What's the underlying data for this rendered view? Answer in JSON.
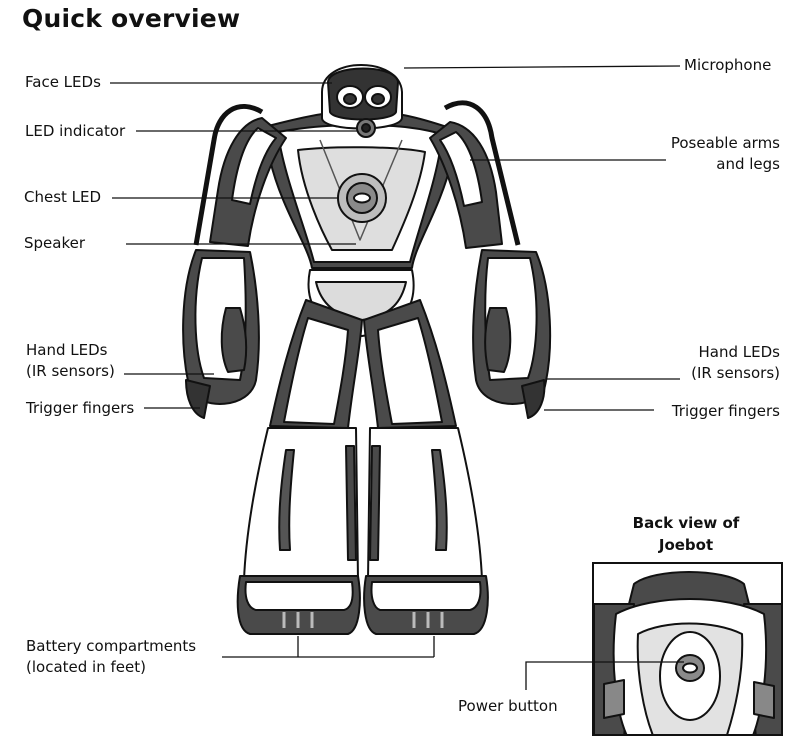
{
  "title": "Quick overview",
  "labels": {
    "face_leds": "Face LEDs",
    "led_indicator": "LED indicator",
    "chest_led": "Chest LED",
    "speaker": "Speaker",
    "hand_leds_left_line1": "Hand LEDs",
    "hand_leds_left_line2": "(IR sensors)",
    "trigger_fingers_left": "Trigger fingers",
    "microphone": "Microphone",
    "poseable_line1": "Poseable arms",
    "poseable_line2": "and legs",
    "hand_leds_right_line1": "Hand LEDs",
    "hand_leds_right_line2": "(IR sensors)",
    "trigger_fingers_right": "Trigger fingers",
    "battery_line1": "Battery compartments",
    "battery_line2": "(located in feet)",
    "back_view_line1": "Back view of",
    "back_view_line2": "Joebot",
    "power_button": "Power button"
  }
}
